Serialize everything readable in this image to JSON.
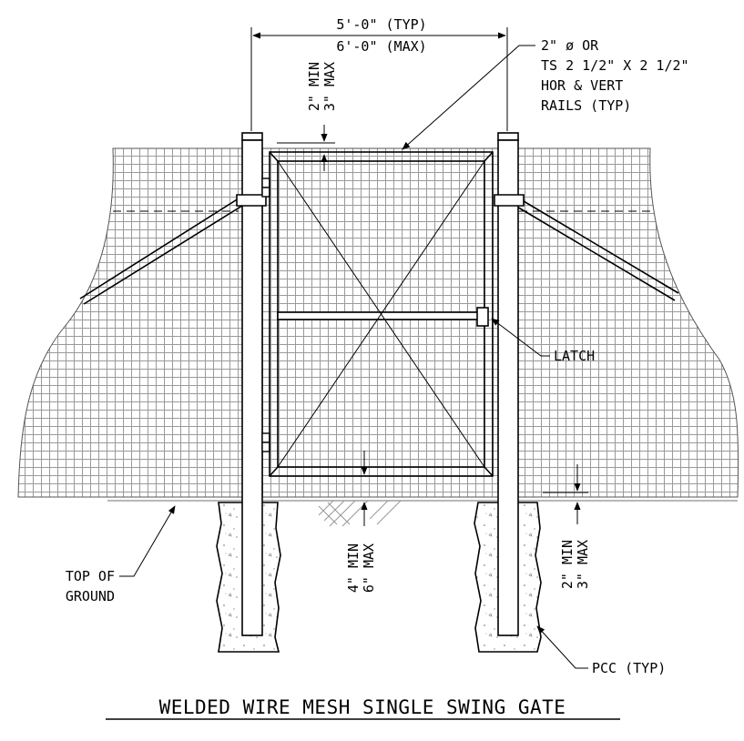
{
  "drawing": {
    "title": "WELDED WIRE MESH SINGLE SWING GATE",
    "colors": {
      "line": "#000000",
      "mesh": "#9a9a9a",
      "ground": "#b8b8b8",
      "concrete_dots": "#888888"
    },
    "dimensions": {
      "gate_width_typ": "5'-0\" (TYP)",
      "gate_width_max": "6'-0\" (MAX)",
      "top_gap_min": "2\" MIN",
      "top_gap_max": "3\" MAX",
      "bottom_gap_min": "4\" MIN",
      "bottom_gap_max": "6\" MAX",
      "ground_gap_min": "2\" MIN",
      "ground_gap_max": "3\" MAX"
    },
    "callouts": {
      "rails_line1": "2\" ø OR",
      "rails_line2": "TS 2 1/2\" X 2 1/2\"",
      "rails_line3": "HOR & VERT",
      "rails_line4": "RAILS (TYP)",
      "latch": "LATCH",
      "ground_line1": "TOP OF",
      "ground_line2": "GROUND",
      "concrete": "PCC (TYP)"
    }
  }
}
